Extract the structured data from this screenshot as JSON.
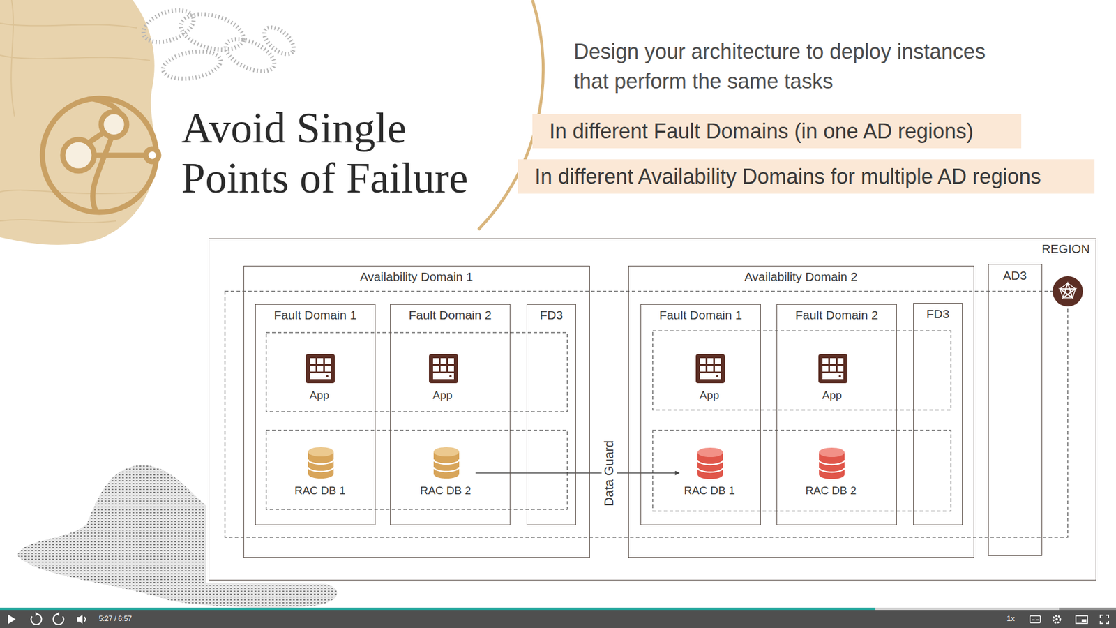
{
  "diagram": {
    "title": "Avoid Single Points of Failure",
    "nodes": [
      {
        "text": [
          "In different Fault Domains (in one AD regions)"
        ]
      },
      {
        "text": [
          "In different Availability Domains for multiple AD regions"
        ]
      },
      {
        "text": [
          "REGION"
        ]
      },
      {
        "text": [
          "Availability Domain 1"
        ],
        "in": 2
      },
      {
        "text": [
          "Fault Domain 1"
        ],
        "in": 3
      },
      {
        "text": [
          "App"
        ],
        "in": 4
      },
      {
        "text": [
          "RAC DB 1"
        ],
        "in": 4
      },
      {
        "text": [
          "Fault Domain 2"
        ],
        "in": 3
      },
      {
        "text": [
          "App"
        ],
        "in": 7
      },
      {
        "text": [
          "RAC DB 2"
        ],
        "in": 7
      },
      {
        "text": [
          "FD3"
        ],
        "in": 3
      },
      {
        "text": [
          "Availability Domain 2"
        ],
        "in": 2
      },
      {
        "text": [
          "Fault Domain 1"
        ],
        "in": 11
      },
      {
        "text": [
          "App"
        ],
        "in": 12
      },
      {
        "text": [
          "RAC DB 1"
        ],
        "in": 12
      },
      {
        "text": [
          "Fault Domain 2"
        ],
        "in": 11
      },
      {
        "text": [
          "App"
        ],
        "in": 15
      },
      {
        "text": [
          "RAC DB 2"
        ],
        "in": 15
      },
      {
        "text": [
          "FD3"
        ],
        "in": 11
      },
      {
        "text": [
          "AD3"
        ],
        "in": 2
      }
    ],
    "edges": [
      {
        "from": 9,
        "to": 14,
        "label": "Data Guard",
        "arrow": "to"
      }
    ],
    "labels": [
      "Design your architecture to deploy instances that perform the same tasks",
      "5:27 / 6:57",
      "1x"
    ]
  }
}
